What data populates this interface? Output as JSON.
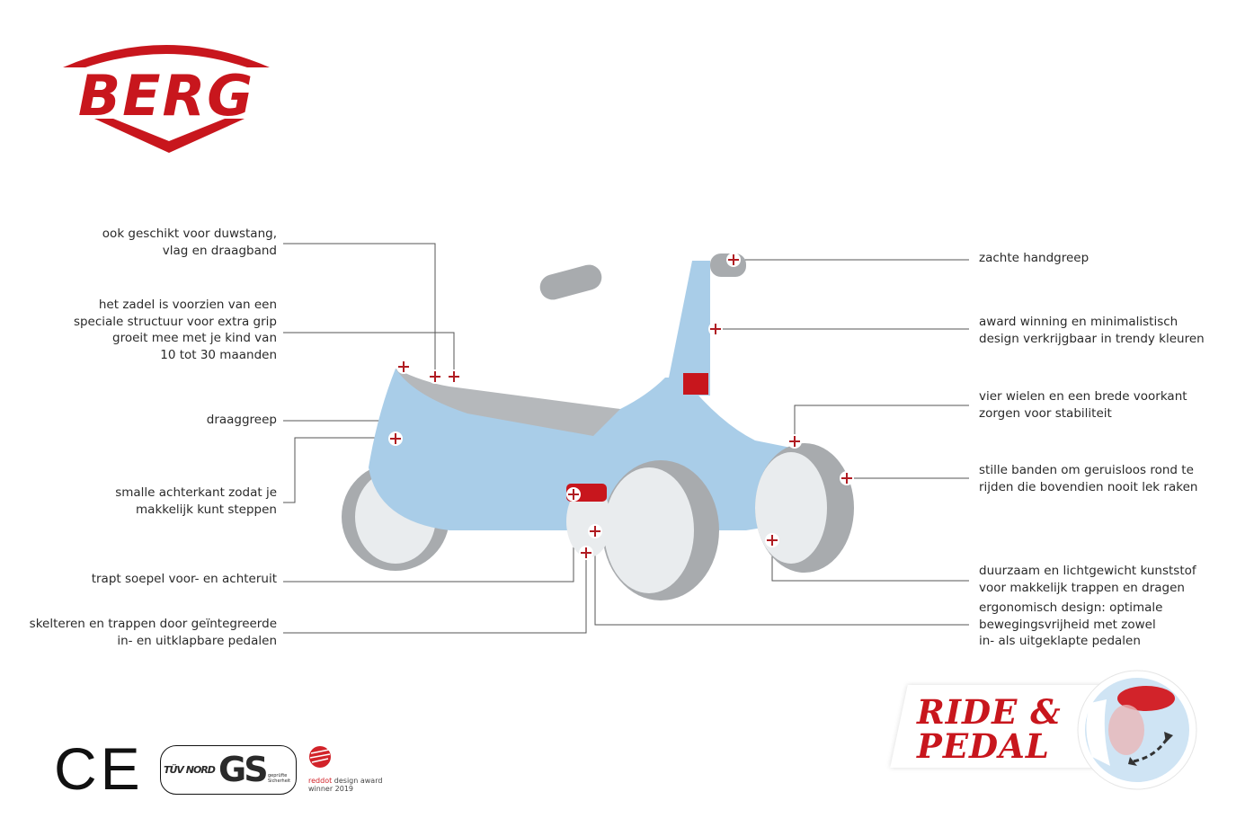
{
  "brand": {
    "logo_text": "BERG",
    "color": "#c8161d"
  },
  "callouts_left": [
    {
      "id": "duwstang",
      "lines": [
        "ook geschikt voor duwstang,",
        "vlag en draagband"
      ]
    },
    {
      "id": "zadel",
      "lines": [
        "het zadel is voorzien van een",
        "speciale structuur voor extra grip",
        "groeit mee met je kind van",
        "10 tot 30 maanden"
      ]
    },
    {
      "id": "draaggreep",
      "lines": [
        "draaggreep"
      ]
    },
    {
      "id": "achterkant",
      "lines": [
        "smalle achterkant zodat je",
        "makkelijk kunt steppen"
      ]
    },
    {
      "id": "trapt",
      "lines": [
        "trapt soepel voor- en achteruit"
      ]
    },
    {
      "id": "pedalen",
      "lines": [
        "skelteren en trappen door geïntegreerde",
        "in- en uitklapbare pedalen"
      ]
    }
  ],
  "callouts_right": [
    {
      "id": "handgreep",
      "lines": [
        "zachte handgreep"
      ]
    },
    {
      "id": "design",
      "lines": [
        "award winning en minimalistisch",
        "design verkrijgbaar in trendy kleuren"
      ]
    },
    {
      "id": "wielen",
      "lines": [
        "vier wielen en een brede voorkant",
        "zorgen voor stabiliteit"
      ]
    },
    {
      "id": "banden",
      "lines": [
        "stille banden om geruisloos rond te",
        "rijden die bovendien nooit lek raken"
      ]
    },
    {
      "id": "kunststof",
      "lines": [
        "duurzaam en lichtgewicht kunststof",
        "voor makkelijk trappen en dragen"
      ]
    },
    {
      "id": "ergonomisch",
      "lines": [
        "ergonomisch design: optimale",
        "bewegingsvrijheid met zowel",
        "in- als uitgeklapte pedalen"
      ]
    }
  ],
  "badges": {
    "ce": "CE",
    "tuv": "TÜV NORD",
    "gs": "GS",
    "gs_sub": "geprüfte Sicherheit",
    "reddot_red": "reddot",
    "reddot_rest": " design award",
    "reddot_year": "winner 2019"
  },
  "promo": {
    "line1": "RIDE &",
    "line2": "PEDAL"
  },
  "colors": {
    "accent": "#c8161d",
    "bike": "#a9cde8",
    "grey": "#b5b8bb"
  }
}
